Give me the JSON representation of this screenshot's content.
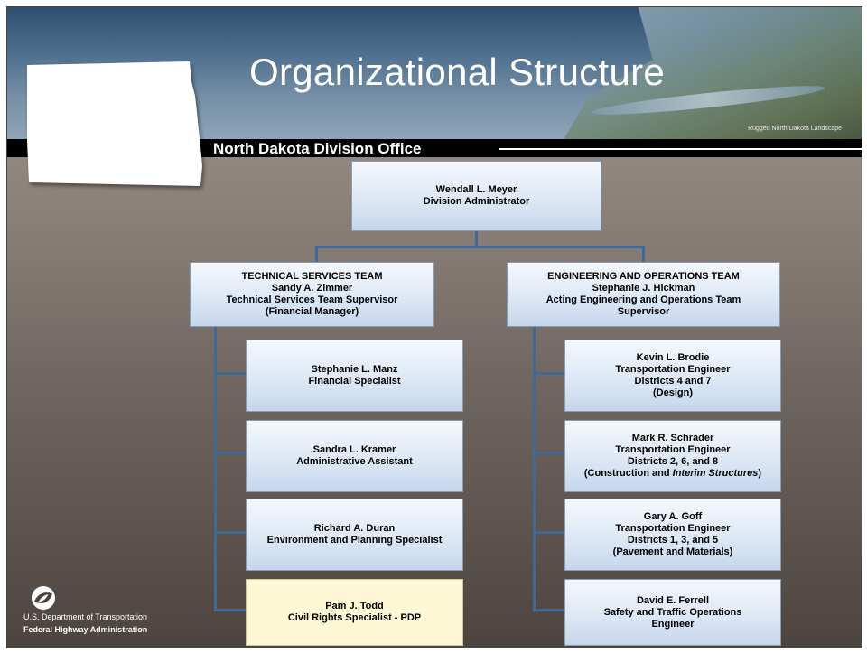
{
  "header": {
    "title": "Organizational Structure",
    "subtitle": "North Dakota Division Office",
    "photo_caption": "Rugged North Dakota Landscape"
  },
  "chart": {
    "root": {
      "name": "Wendall L. Meyer",
      "role": "Division Administrator"
    },
    "teams": [
      {
        "text": "TECHNICAL SERVICES TEAM\nSandy A. Zimmer\nTechnical Services Team Supervisor\n(Financial Manager)",
        "members": [
          {
            "text": "Stephanie L. Manz\nFinancial Specialist",
            "highlight": false
          },
          {
            "text": "Sandra L. Kramer\nAdministrative Assistant",
            "highlight": false
          },
          {
            "text": "Richard A. Duran\nEnvironment and Planning Specialist",
            "highlight": false
          },
          {
            "text": "Pam J. Todd\nCivil Rights Specialist - PDP",
            "highlight": true
          }
        ]
      },
      {
        "text": "ENGINEERING AND OPERATIONS TEAM\nStephanie J. Hickman\nActing Engineering and Operations Team\nSupervisor",
        "members": [
          {
            "text": "Kevin L. Brodie\nTransportation Engineer\nDistricts 4 and 7\n(Design)",
            "highlight": false
          },
          {
            "text_main": "Mark R. Schrader\nTransportation Engineer\nDistricts 2, 6, and 8\n(Construction and ",
            "text_italic": "Interim Structures",
            "text_end": ")",
            "highlight": false
          },
          {
            "text": "Gary A. Goff\nTransportation Engineer\nDistricts 1, 3, and 5\n(Pavement and Materials)",
            "highlight": false
          },
          {
            "text": "David E. Ferrell\nSafety and Traffic Operations\nEngineer",
            "highlight": false
          }
        ]
      }
    ]
  },
  "footer": {
    "dept": "U.S. Department of Transportation",
    "agency": "Federal Highway Administration"
  },
  "colors": {
    "connector": "#3d6a9a",
    "box": "#d6e3f3",
    "highlight_box": "#fdf7d6"
  },
  "icons": [
    "north-dakota-state-shape",
    "dot-logo-icon"
  ]
}
